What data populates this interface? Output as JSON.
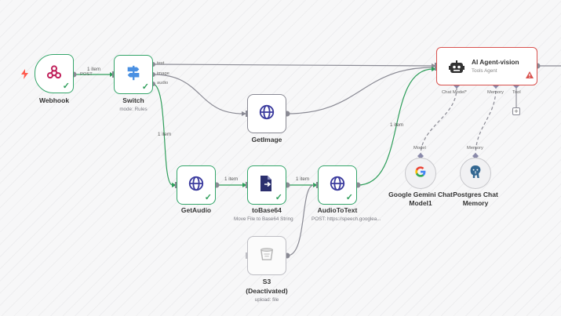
{
  "nodes": {
    "webhook": {
      "label": "Webhook",
      "output": "POST"
    },
    "switch": {
      "label": "Switch",
      "subtitle": "mode: Rules",
      "outputs": [
        "text",
        "image",
        "audio"
      ]
    },
    "getimage": {
      "label": "GetImage"
    },
    "getaudio": {
      "label": "GetAudio"
    },
    "tobase64": {
      "label": "toBase64",
      "subtitle": "Move File to Base64 String"
    },
    "audiototext": {
      "label": "AudioToText",
      "subtitle": "POST: https://speech.googlea..."
    },
    "s3": {
      "label_line1": "S3",
      "label_line2": "(Deactivated)",
      "subtitle": "upload: file"
    },
    "agent": {
      "title": "AI Agent-vision",
      "subtitle": "Tools Agent",
      "ports": [
        "Chat Model*",
        "Memory",
        "Tool"
      ]
    },
    "gemini": {
      "label_line1": "Google Gemini Chat",
      "label_line2": "Model1",
      "port": "Model"
    },
    "postgres": {
      "label_line1": "Postgres Chat",
      "label_line2": "Memory",
      "port": "Memory"
    }
  },
  "connection_labels": {
    "webhook_switch": "1 item",
    "switch_audio": "1 item",
    "getaudio_tobase64": "1 item",
    "tobase64_audiototext": "1 item",
    "audiototext_agent": "1 item"
  },
  "colors": {
    "success": "#34a56a",
    "error": "#d9534f",
    "wire": "#8a8a94",
    "wire_active": "#2f9e5b",
    "icon_blue": "#3b3b9e",
    "trigger_bolt": "#ff5a4e"
  }
}
